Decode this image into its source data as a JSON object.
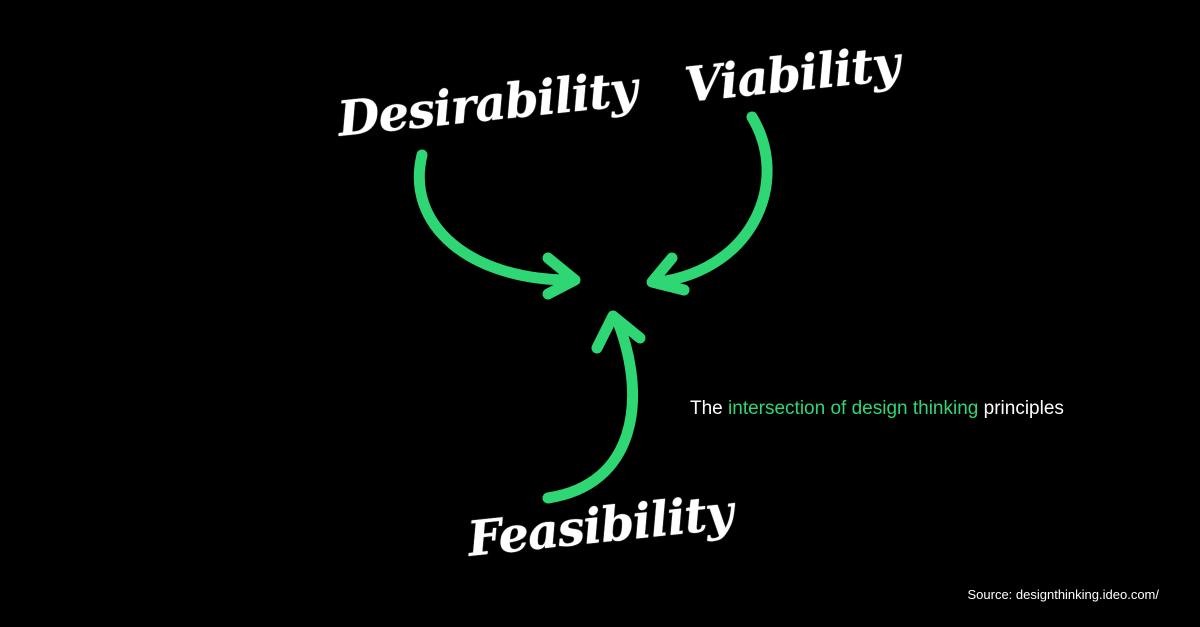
{
  "diagram": {
    "labels": {
      "desirability": "Desirability",
      "viability": "Viability",
      "feasibility": "Feasibility"
    },
    "caption": {
      "prefix": "The ",
      "highlight": "intersection of design thinking",
      "suffix": " principles"
    },
    "source": "Source: designthinking.ideo.com/",
    "colors": {
      "background": "#000000",
      "arrow": "#2ed674",
      "text": "#ffffff",
      "highlight": "#2ed674"
    }
  }
}
